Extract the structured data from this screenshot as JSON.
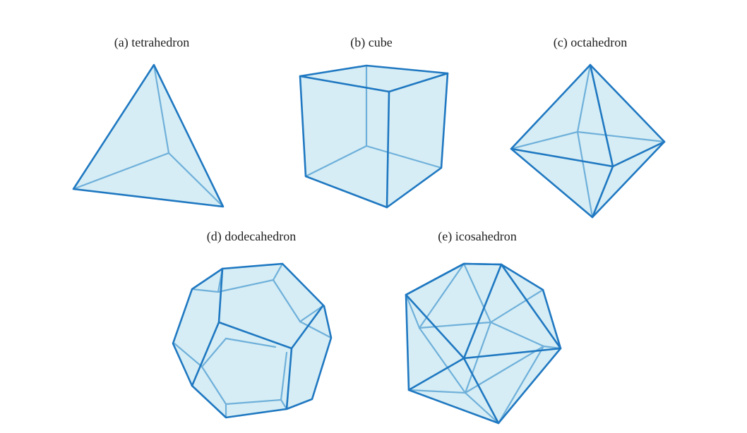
{
  "captions": {
    "tetrahedron": "(a) tetrahedron",
    "cube": "(b) cube",
    "octahedron": "(c) octahedron",
    "dodecahedron": "(d) dodecahedron",
    "icosahedron": "(e) icosahedron"
  },
  "colors": {
    "fill": "#d6edf5",
    "front_edge": "#1f78c1",
    "back_edge": "#6fb0da"
  }
}
